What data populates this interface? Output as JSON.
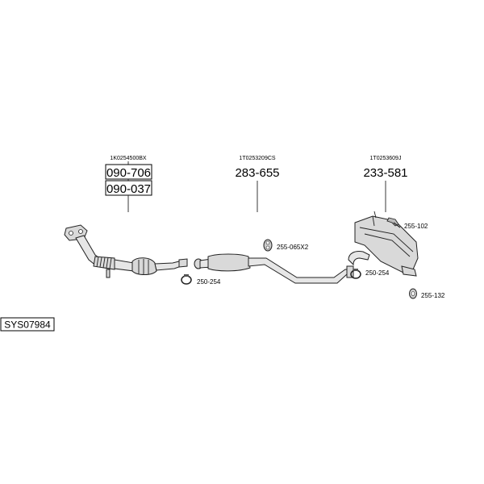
{
  "system_code": "SYS07984",
  "groups": [
    {
      "ref": "1K0254500BX",
      "parts": [
        "090-706",
        "090-037"
      ]
    },
    {
      "ref": "1T0253209CS",
      "parts": [
        "283-655"
      ]
    },
    {
      "ref": "1T0253609J",
      "parts": [
        "233-581"
      ]
    }
  ],
  "accessories": [
    {
      "code": "250-254",
      "icon": "clamp-icon"
    },
    {
      "code": "255-065X2",
      "icon": "rubber-mount-icon"
    },
    {
      "code": "250-254",
      "icon": "clamp-icon"
    },
    {
      "code": "255-102",
      "icon": "hanger-bracket-icon"
    },
    {
      "code": "255-132",
      "icon": "rubber-mount-icon"
    }
  ]
}
